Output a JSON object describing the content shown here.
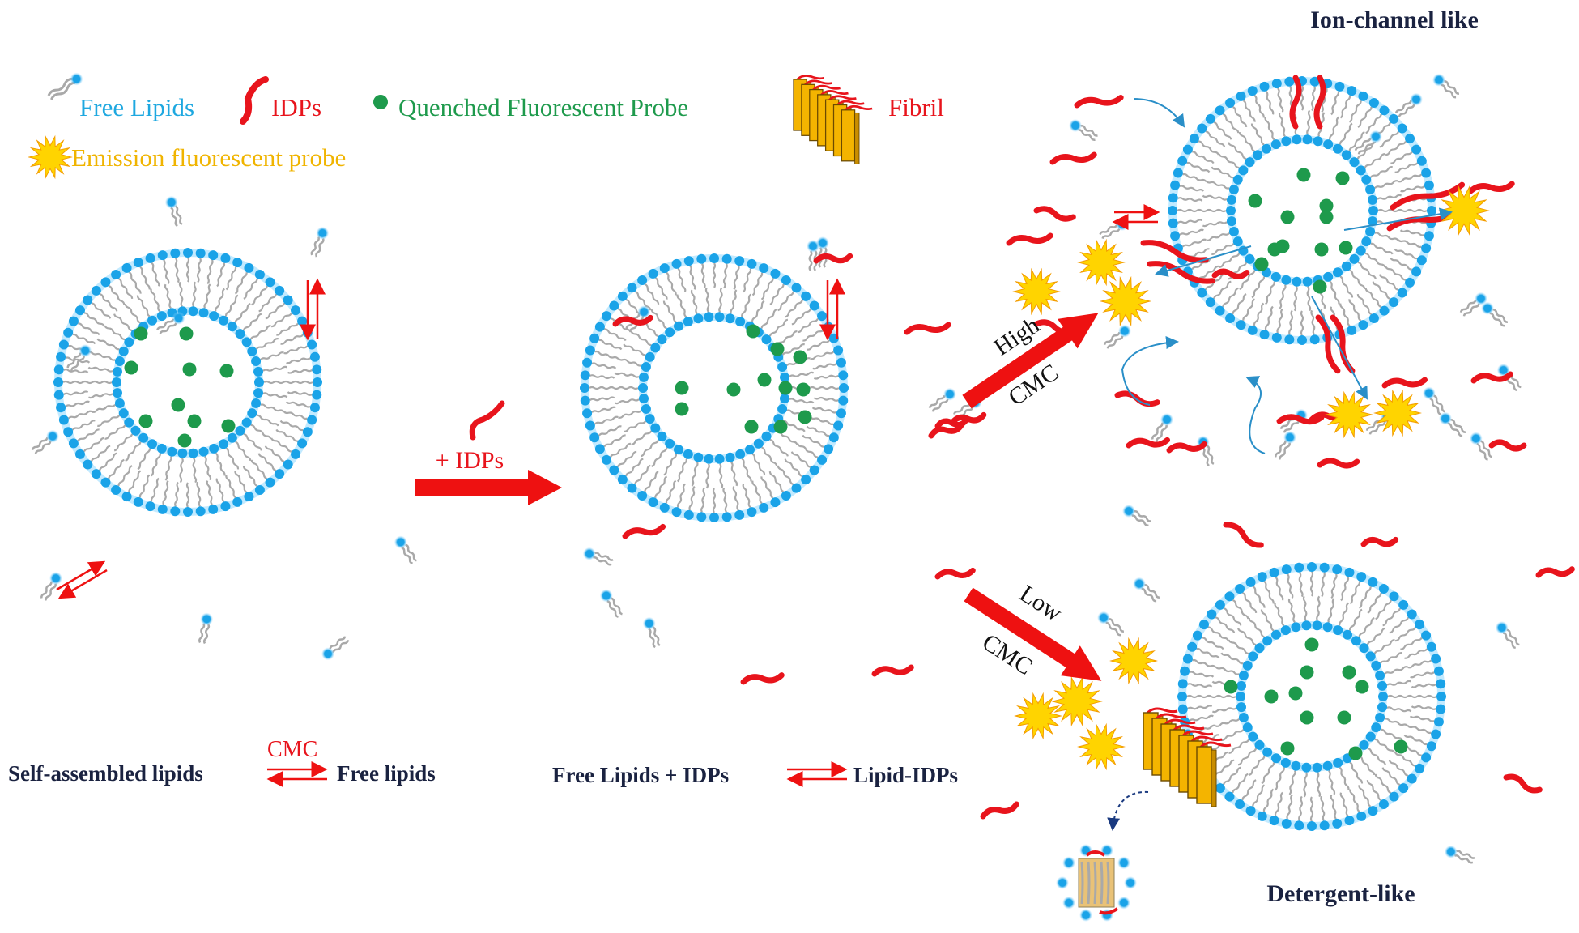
{
  "legend": {
    "free_lipids": "Free Lipids",
    "idps": "IDPs",
    "quenched_probe": "Quenched Fluorescent Probe",
    "fibril": "Fibril",
    "emission_probe": "Emission fluorescent probe"
  },
  "arrows": {
    "add_idps": "+ IDPs",
    "high": "High",
    "high_cmc": "CMC",
    "low": "Low",
    "low_cmc": "CMC"
  },
  "titles": {
    "ion_channel": "Ion-channel like",
    "detergent": "Detergent-like"
  },
  "equations": {
    "eq1_left": "Self-assembled lipids",
    "eq1_cmc": "CMC",
    "eq1_right": "Free lipids",
    "eq2_left": "Free Lipids + IDPs",
    "eq2_right": "Lipid-IDPs"
  },
  "colors": {
    "lipid_head": "#1aa3e8",
    "lipid_glow": "#8fd8ff",
    "lipid_tail": "#a9a9a9",
    "idp": "#e8141c",
    "probe": "#1e9a4c",
    "emission": "#ffd400",
    "emission_stroke": "#f39c00",
    "fibril": "#f4b400",
    "arrow": "#ee1111",
    "text_lipid": "#1ea8e0",
    "text_idp": "#e8141c",
    "text_probe": "#1e9a4c",
    "text_emission": "#f0b400",
    "text_dark": "#1a2240"
  }
}
